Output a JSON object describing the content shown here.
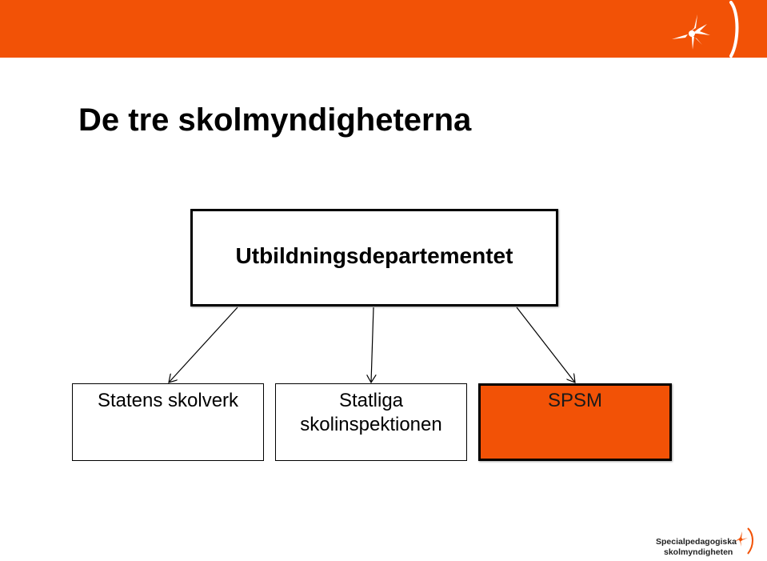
{
  "slide": {
    "title": "De tre skolmyndigheterna"
  },
  "org_chart": {
    "root": "Utbildningsdepartementet",
    "children": [
      {
        "label_line1": "Statens skolverk",
        "label_line2": ""
      },
      {
        "label_line1": "Statliga",
        "label_line2": "skolinspektionen"
      },
      {
        "label_line1": "SPSM",
        "label_line2": ""
      }
    ]
  },
  "logo": {
    "line1": "Specialpedagogiska",
    "line2": "skolmyndigheten"
  },
  "colors": {
    "brand_orange": "#f25206",
    "highlight_box": "#f25206"
  },
  "icons": [
    "star-burst-logo-icon",
    "arrow-head-icon"
  ]
}
